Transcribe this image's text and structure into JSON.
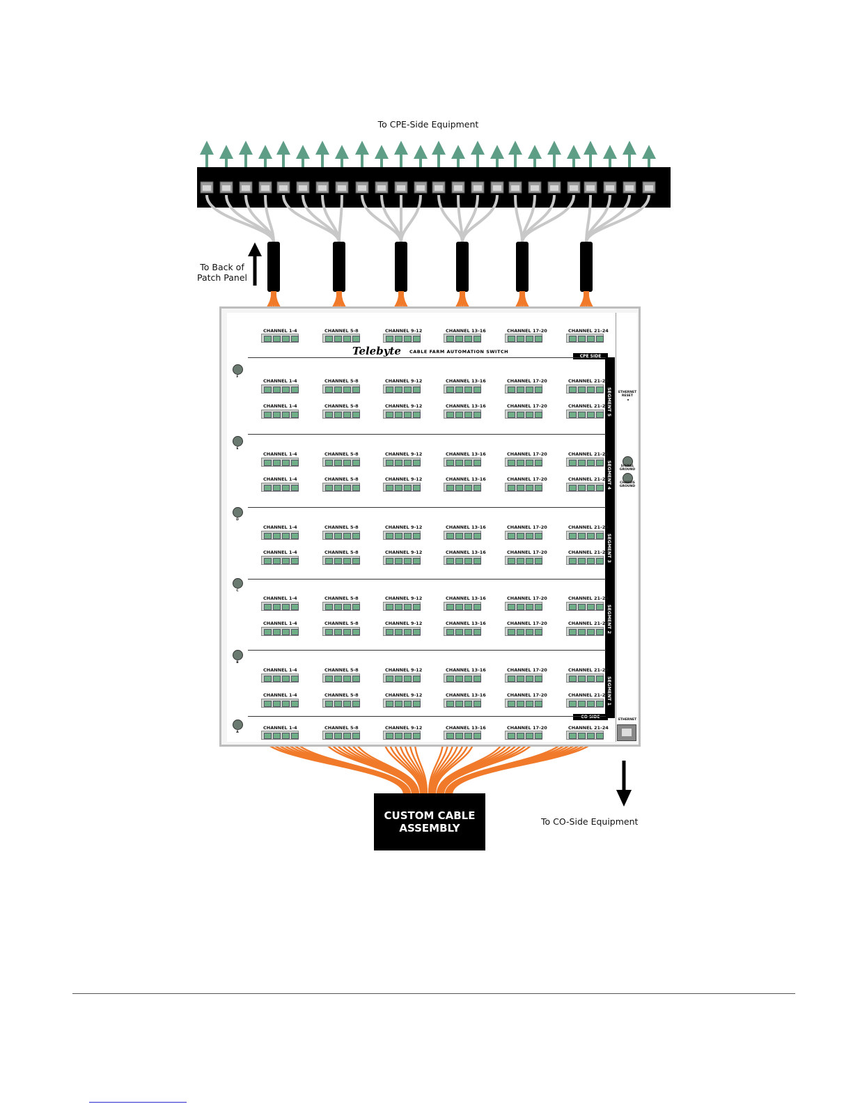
{
  "labels": {
    "top": "To CPE-Side Equipment",
    "back_patch_line1": "To Back of",
    "back_patch_line2": "Patch Panel",
    "bottom_right": "To CO-Side Equipment",
    "cable_assembly_line1": "CUSTOM CABLE",
    "cable_assembly_line2": "ASSEMBLY"
  },
  "panel": {
    "brand": "Telebyte",
    "product": "CABLE FARM AUTOMATION SWITCH",
    "cpe_side": "CPE SIDE",
    "co_side": "CO SIDE",
    "ethernet_reset": "ETHERNET RESET",
    "signal_ground": "SIGNAL GROUND",
    "chassis_ground": "CHASSIS GROUND",
    "ethernet": "ETHERNET",
    "channels": [
      "CHANNEL 1-4",
      "CHANNEL 5-8",
      "CHANNEL 9-12",
      "CHANNEL 13-16",
      "CHANNEL 17-20",
      "CHANNEL 21-24"
    ],
    "top_channels": [
      "CHANNEL 1-4",
      "CHANNEL 5-8",
      "CHANNEL 9-12",
      "CHANNEL 13-16",
      "CHANNEL 17-20",
      "CHANNEL 21-24"
    ],
    "segments": [
      "SEGMENT 5",
      "SEGMENT 4",
      "SEGMENT 3",
      "SEGMENT 2",
      "SEGMENT 1"
    ],
    "ground_letters": [
      "F",
      "E",
      "D",
      "C",
      "B",
      "A"
    ]
  },
  "colors": {
    "arrow": "#5f9e86",
    "orange": "#f07a2a",
    "grey_wire": "#c8c8c8",
    "port_green": "#6fae86"
  }
}
